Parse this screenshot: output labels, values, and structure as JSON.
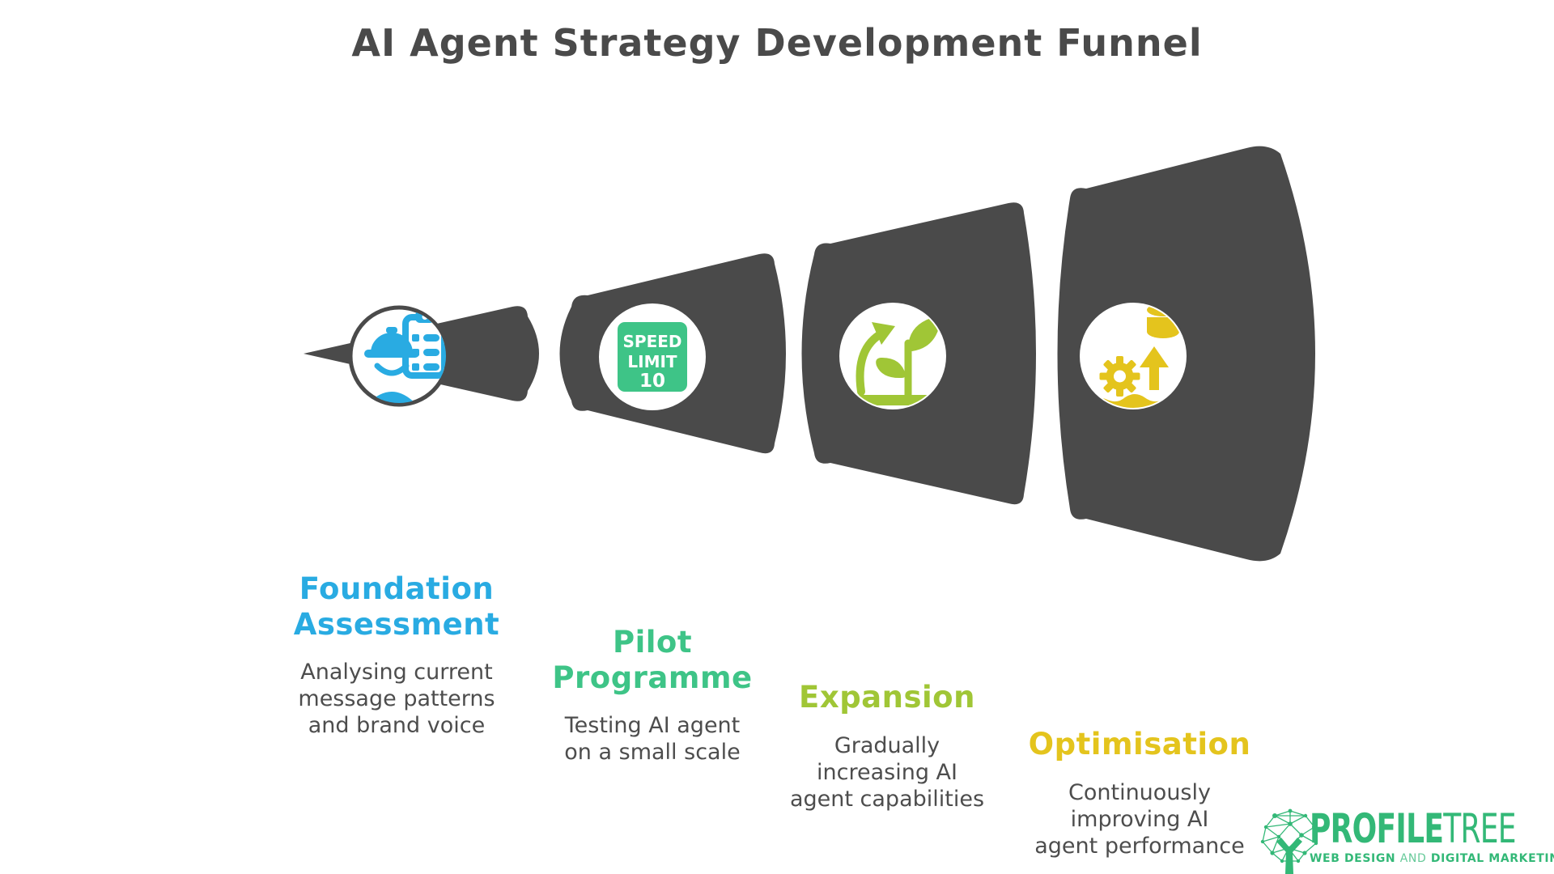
{
  "title": "AI Agent Strategy Development Funnel",
  "background_color": "#ffffff",
  "funnel": {
    "type": "horizontal-funnel",
    "segment_count": 4,
    "color": "#4a4a4a",
    "direction": "narrow at left, widening to the right"
  },
  "stages": [
    {
      "name": "Foundation Assessment",
      "title": "Foundation\nAssessment",
      "description": "Analysing current\nmessage patterns\nand brand voice",
      "color": "#29abe2",
      "icon": "engineer-clipboard-icon"
    },
    {
      "name": "Pilot Programme",
      "title": "Pilot\nProgramme",
      "description": "Testing AI agent\non a small scale",
      "color": "#3ec487",
      "icon": "speed-limit-10-icon",
      "sign": {
        "line1": "SPEED",
        "line2": "LIMIT",
        "line3": "10"
      }
    },
    {
      "name": "Expansion",
      "title": "Expansion",
      "description": "Gradually\nincreasing AI\nagent capabilities",
      "color": "#a0c636",
      "icon": "growth-plant-icon"
    },
    {
      "name": "Optimisation",
      "title": "Optimisation",
      "description": "Continuously\nimproving AI\nagent performance",
      "color": "#e4c41d",
      "icon": "gear-upgrade-icon"
    }
  ],
  "logo": {
    "brand_bold": "PROFILE",
    "brand_light": "TREE",
    "tagline_bold1": "WEB DESIGN",
    "tagline_light": "AND",
    "tagline_bold2": "DIGITAL MARKETING",
    "color": "#33b877",
    "icon": "network-tree-icon"
  }
}
